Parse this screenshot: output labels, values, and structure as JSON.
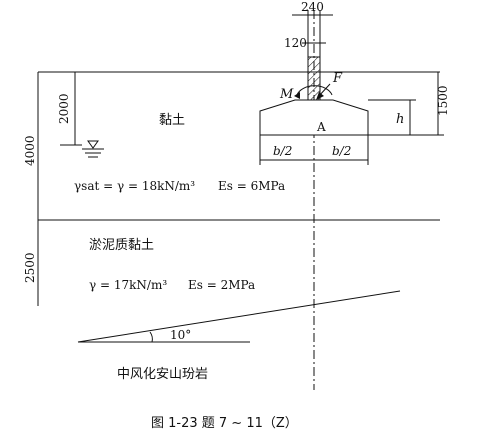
{
  "dimensions": {
    "footing_top_width": "240",
    "half_top_width": "120",
    "water_table_depth": "2000",
    "layer1_thickness": "4000",
    "layer2_thickness": "2500",
    "footing_depth": "1500",
    "footing_height": "h",
    "half_base_left": "b/2",
    "half_base_right": "b/2"
  },
  "loads": {
    "moment": "M",
    "force": "F",
    "point": "A"
  },
  "layers": [
    {
      "name": "黏土",
      "gamma_text": "γsat = γ = 18kN/m³",
      "es_text": "Es = 6MPa"
    },
    {
      "name": "淤泥质黏土",
      "gamma_text": "γ = 17kN/m³",
      "es_text": "Es = 2MPa"
    },
    {
      "name": "中风化安山玢岩",
      "angle": "10°"
    }
  ],
  "caption": "图 1-23    题 7 ~ 11（Z）"
}
